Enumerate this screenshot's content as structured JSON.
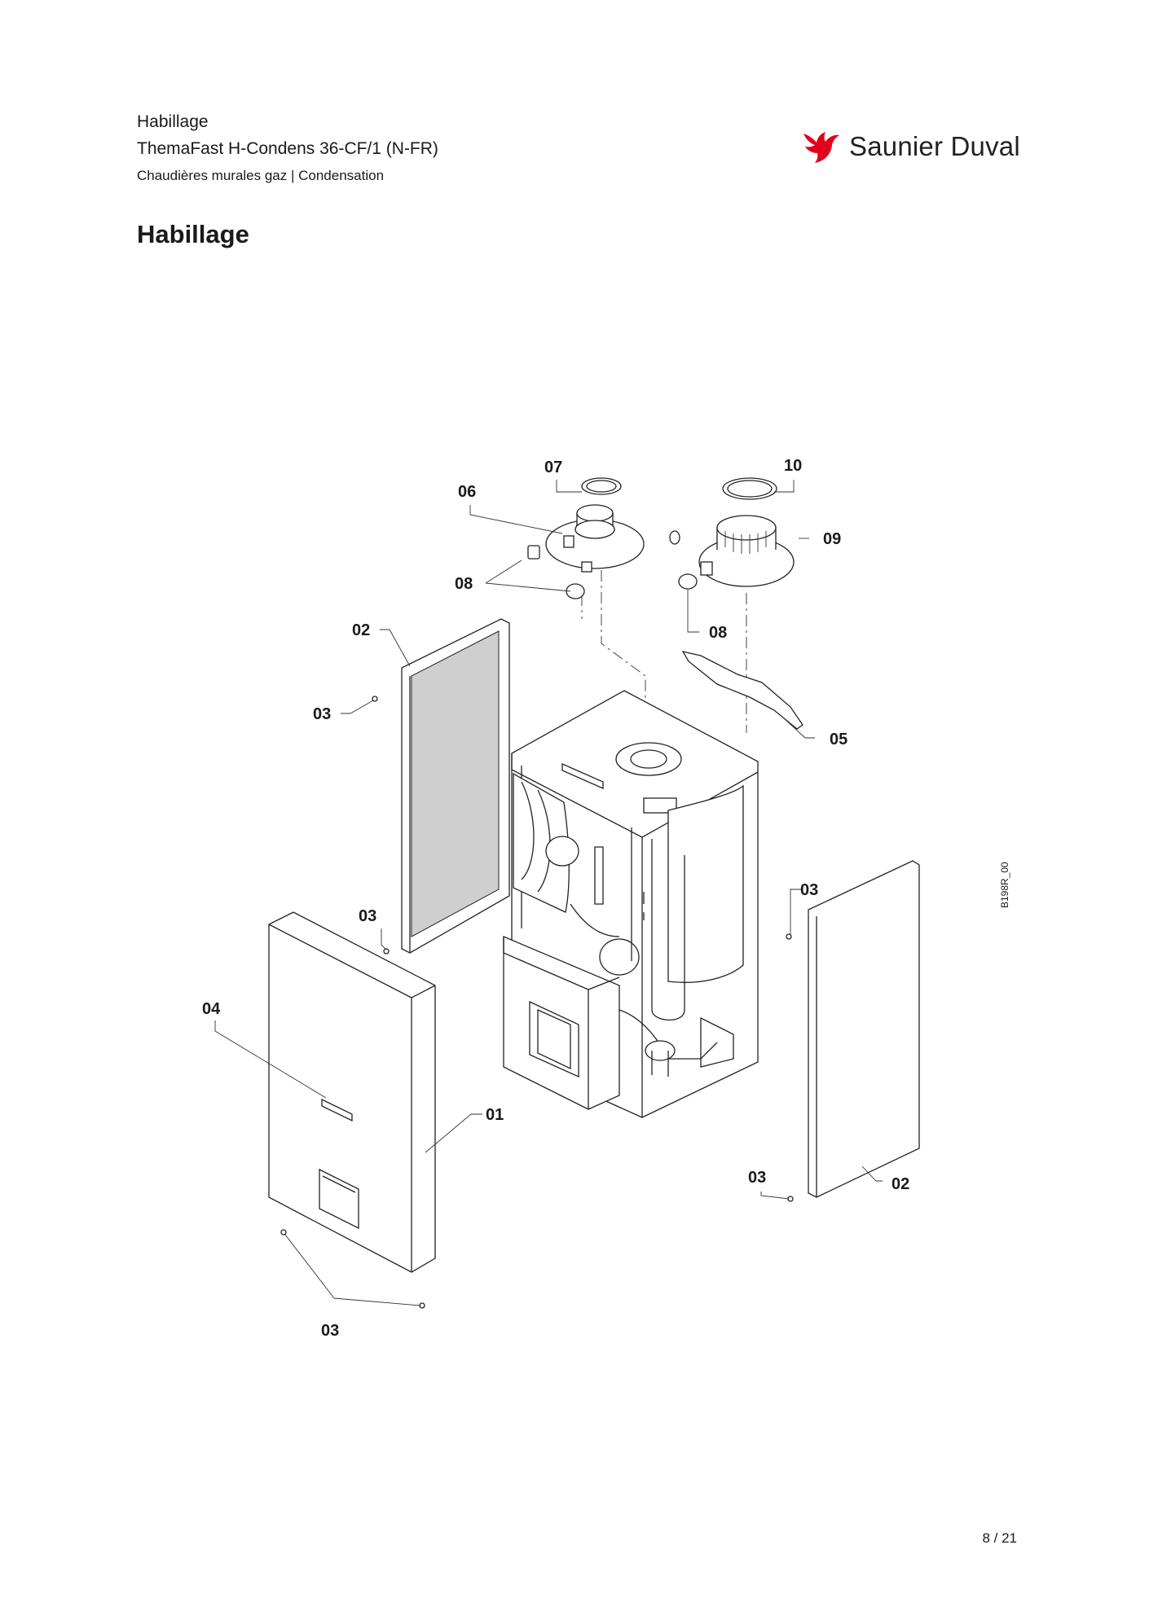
{
  "header": {
    "section": "Habillage",
    "model": "ThemaFast H-Condens 36-CF/1 (N-FR)",
    "category": "Chaudières murales gaz | Condensation"
  },
  "brand": {
    "name": "Saunier Duval",
    "color": "#e2001a",
    "icon": "bird-logo-icon"
  },
  "title": "Habillage",
  "diagram": {
    "drawing_code": "B198R_00",
    "callouts": {
      "c07": "07",
      "c10": "10",
      "c06": "06",
      "c09": "09",
      "c08a": "08",
      "c08b": "08",
      "c02a": "02",
      "c03a": "03",
      "c05": "05",
      "c03b": "03",
      "c03c": "03",
      "c04": "04",
      "c01": "01",
      "c03d": "03",
      "c02b": "02",
      "c03e": "03"
    }
  },
  "footer": {
    "page": "8 / 21"
  }
}
